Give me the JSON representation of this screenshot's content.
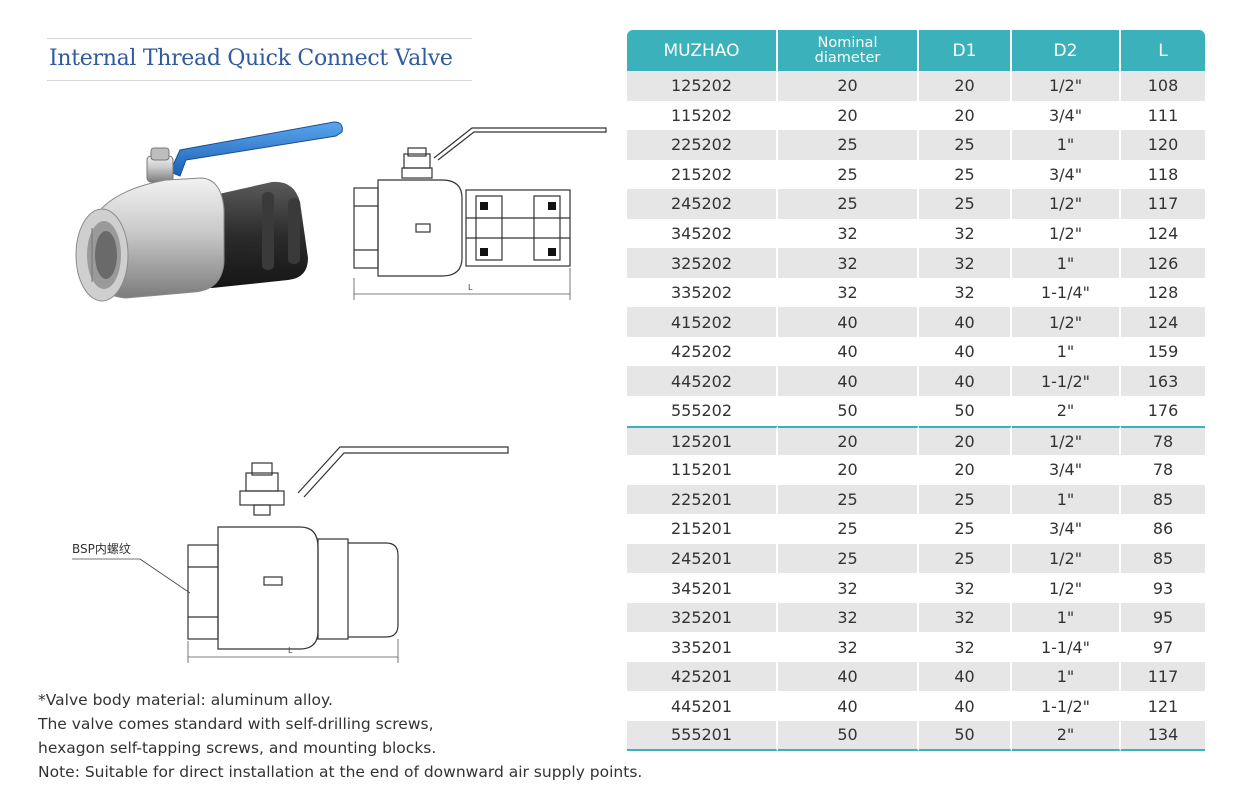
{
  "title": "Internal Thread Quick Connect Valve",
  "drawing_bottom": {
    "label": "BSP内螺纹",
    "dim_label": "L"
  },
  "drawing_top": {
    "dim_label": "L"
  },
  "notes": [
    "*Valve body material: aluminum alloy.",
    "The valve comes standard with self-drilling screws,",
    "hexagon self-tapping screws, and mounting blocks.",
    "Note: Suitable for direct installation at the end of downward air supply points."
  ],
  "table": {
    "headers": [
      "MUZHAO",
      "Nominal diameter",
      "D1",
      "D2",
      "L"
    ],
    "header_line1": "Nominal",
    "header_line2": "diameter",
    "rows": [
      [
        "125202",
        "20",
        "20",
        "1/2\"",
        "108"
      ],
      [
        "115202",
        "20",
        "20",
        "3/4\"",
        "111"
      ],
      [
        "225202",
        "25",
        "25",
        "1\"",
        "120"
      ],
      [
        "215202",
        "25",
        "25",
        "3/4\"",
        "118"
      ],
      [
        "245202",
        "25",
        "25",
        "1/2\"",
        "117"
      ],
      [
        "345202",
        "32",
        "32",
        "1/2\"",
        "124"
      ],
      [
        "325202",
        "32",
        "32",
        "1\"",
        "126"
      ],
      [
        "335202",
        "32",
        "32",
        "1-1/4\"",
        "128"
      ],
      [
        "415202",
        "40",
        "40",
        "1/2\"",
        "124"
      ],
      [
        "425202",
        "40",
        "40",
        "1\"",
        "159"
      ],
      [
        "445202",
        "40",
        "40",
        "1-1/2\"",
        "163"
      ],
      [
        "555202",
        "50",
        "50",
        "2\"",
        "176"
      ],
      [
        "125201",
        "20",
        "20",
        "1/2\"",
        "78"
      ],
      [
        "115201",
        "20",
        "20",
        "3/4\"",
        "78"
      ],
      [
        "225201",
        "25",
        "25",
        "1\"",
        "85"
      ],
      [
        "215201",
        "25",
        "25",
        "3/4\"",
        "86"
      ],
      [
        "245201",
        "25",
        "25",
        "1/2\"",
        "85"
      ],
      [
        "345201",
        "32",
        "32",
        "1/2\"",
        "93"
      ],
      [
        "325201",
        "32",
        "32",
        "1\"",
        "95"
      ],
      [
        "335201",
        "32",
        "32",
        "1-1/4\"",
        "97"
      ],
      [
        "425201",
        "40",
        "40",
        "1\"",
        "117"
      ],
      [
        "445201",
        "40",
        "40",
        "1-1/2\"",
        "121"
      ],
      [
        "555201",
        "50",
        "50",
        "2\"",
        "134"
      ]
    ]
  },
  "colors": {
    "accent": "#3bb2bb",
    "title": "#2f5a9d",
    "row_shade": "#e6e6e6",
    "handle_blue": "#2a6fc4"
  }
}
